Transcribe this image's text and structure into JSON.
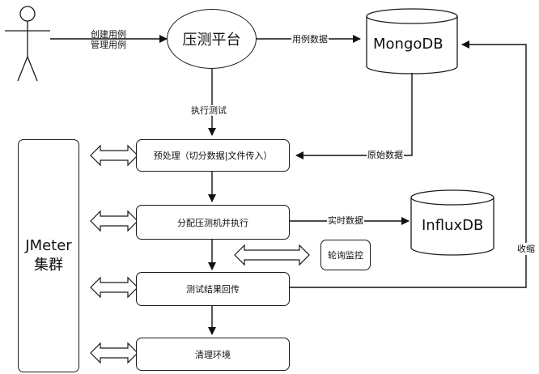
{
  "actor": {
    "edge_label_line1": "创建用例",
    "edge_label_line2": "管理用例"
  },
  "platform": {
    "label": "压测平台"
  },
  "mongodb": {
    "label": "MongoDB",
    "edge_in_label": "用例数据",
    "edge_out_label": "原始数据"
  },
  "influxdb": {
    "label": "InfluxDB",
    "edge_in_label": "实时数据"
  },
  "jmeter": {
    "line1": "JMeter",
    "line2": "集群"
  },
  "steps": {
    "preprocess": "预处理（切分数据|文件传入）",
    "allocate": "分配压测机并执行",
    "results": "测试结果回传",
    "cleanup": "清理环境"
  },
  "edges": {
    "execute_test": "执行测试",
    "shrink": "收缩"
  },
  "poll": {
    "label": "轮询监控"
  }
}
